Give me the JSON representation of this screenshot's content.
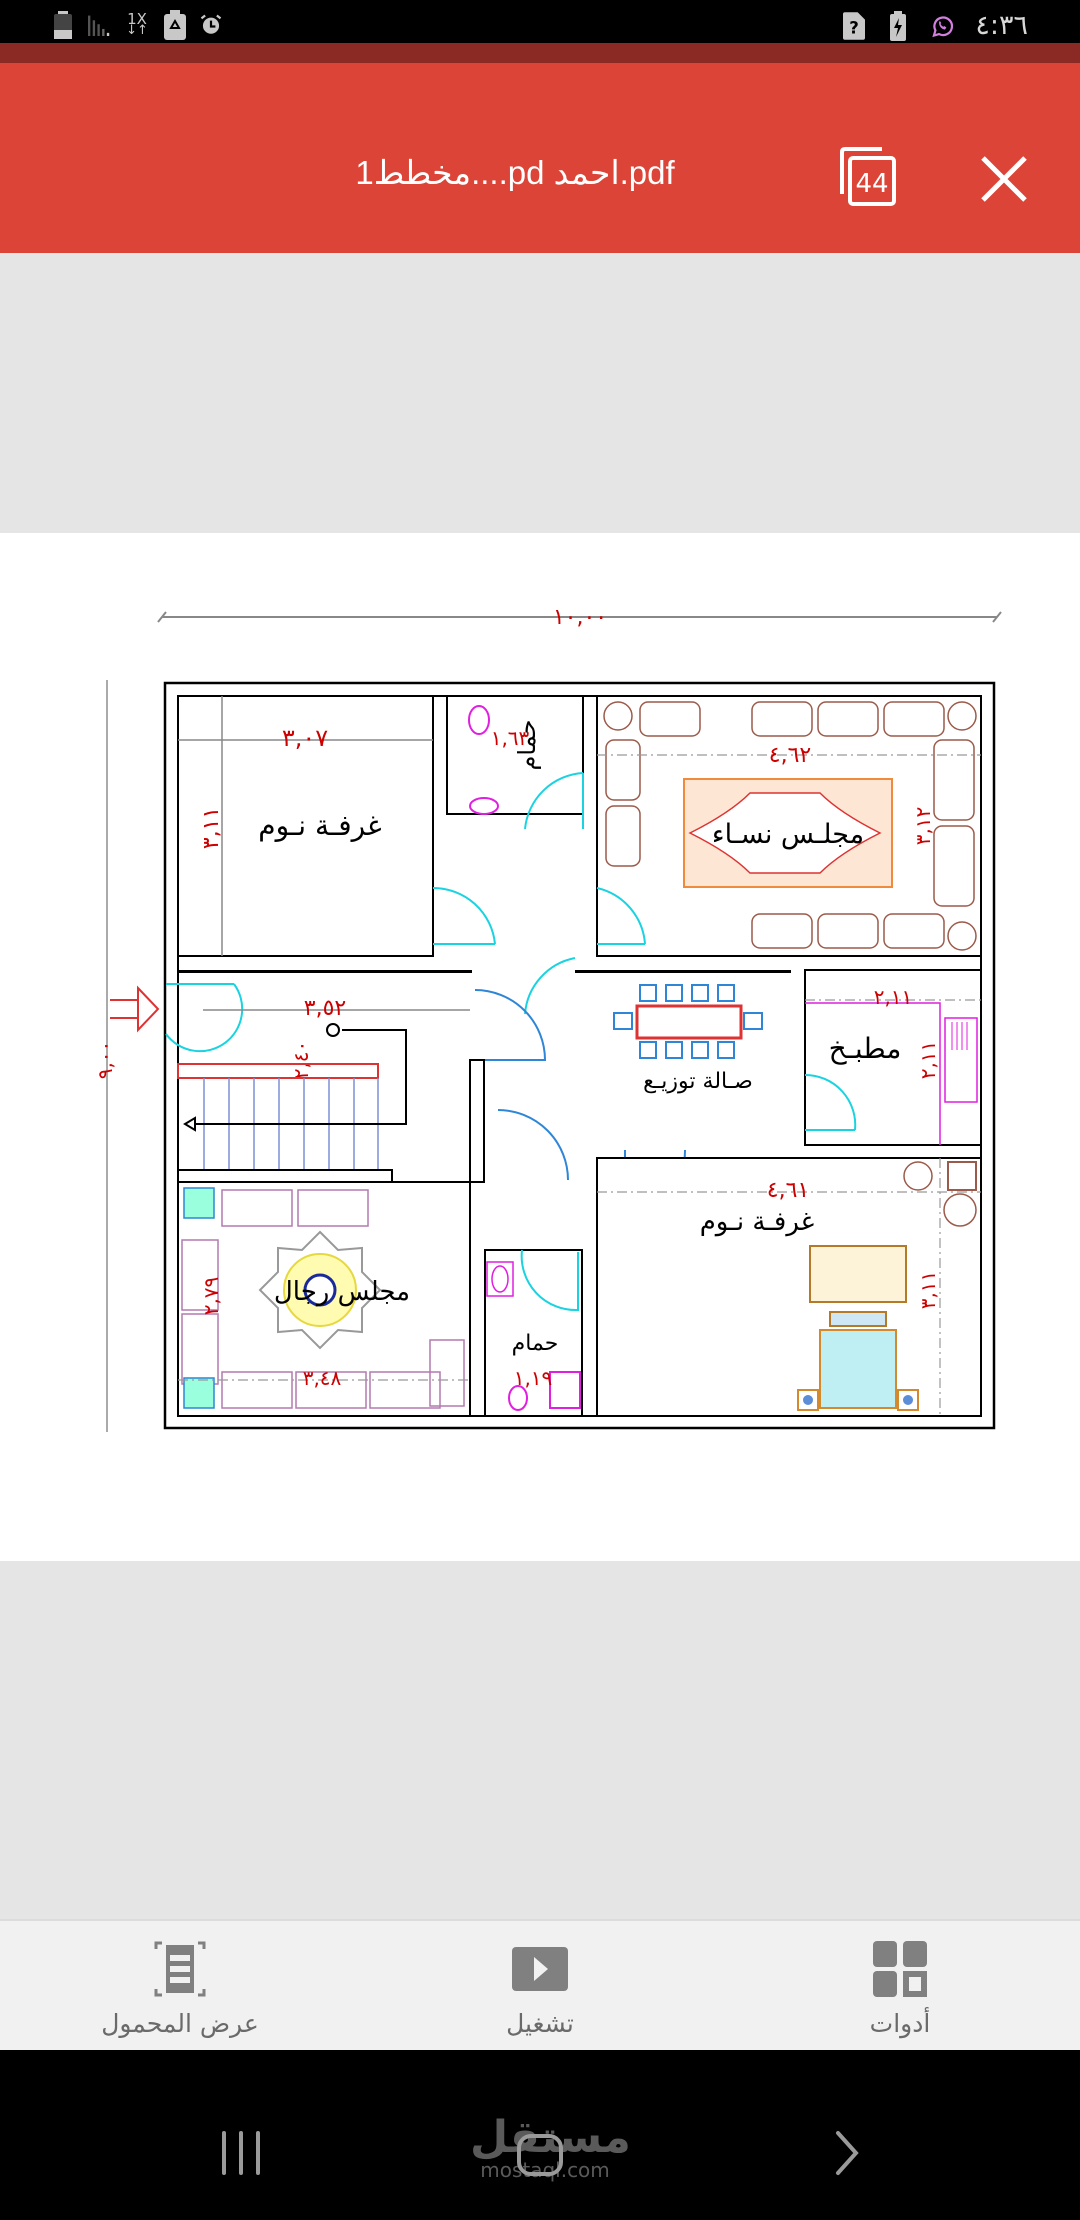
{
  "status_bar": {
    "time": "٤:٣٦",
    "left_icons": [
      "battery-saver-icon",
      "signal-bars-icon",
      "data-1x-arrows-icon",
      "recycle-battery-icon",
      "alarm-clock-icon"
    ],
    "data_label": "1X",
    "right_icons": [
      "no-sim-icon",
      "charging-battery-icon",
      "whatsapp-icon"
    ]
  },
  "app_bar": {
    "title": "مخطط1....pd احمد.pdf",
    "page_count": "44",
    "close_label": "close",
    "background": "#db4437"
  },
  "document": {
    "floor_plan": {
      "overall_width": "١٠,٠٠",
      "overall_height": "٩,٠٠",
      "rooms": [
        {
          "name": "غرفـة نـوم",
          "width": "٣,٠٧",
          "depth": "٣,١١"
        },
        {
          "name": "حمام",
          "width": "١,٦٣",
          "depth": "١,٢"
        },
        {
          "name": "مجلـس نسـاء",
          "width": "٤,٦٢",
          "depth": "٣,١٢"
        },
        {
          "name": "صـالة توزيـع"
        },
        {
          "name": "مطبـخ",
          "width": "٢,١١",
          "depth": "٢,١١"
        },
        {
          "name": "مجلس رجال",
          "width": "٣,٤٨",
          "depth": "٢,٧٩"
        },
        {
          "name": "حمام",
          "width": "١,١٩"
        },
        {
          "name": "غرفـة نـوم",
          "width": "٤,٦١",
          "depth": "٣,١١"
        }
      ],
      "hall": {
        "width": "٣,٥٢",
        "depth": "٢,٤٠"
      }
    }
  },
  "bottom_bar": {
    "items": [
      {
        "label": "عرض المحمول",
        "icon": "mobile-view-icon"
      },
      {
        "label": "تشغيل",
        "icon": "play-icon"
      },
      {
        "label": "أدوات",
        "icon": "tools-grid-icon"
      }
    ]
  },
  "nav_bar": {
    "watermark_ar": "مستقل",
    "watermark_en": "mostaql.com",
    "buttons": [
      "recent-apps",
      "home",
      "back"
    ]
  }
}
